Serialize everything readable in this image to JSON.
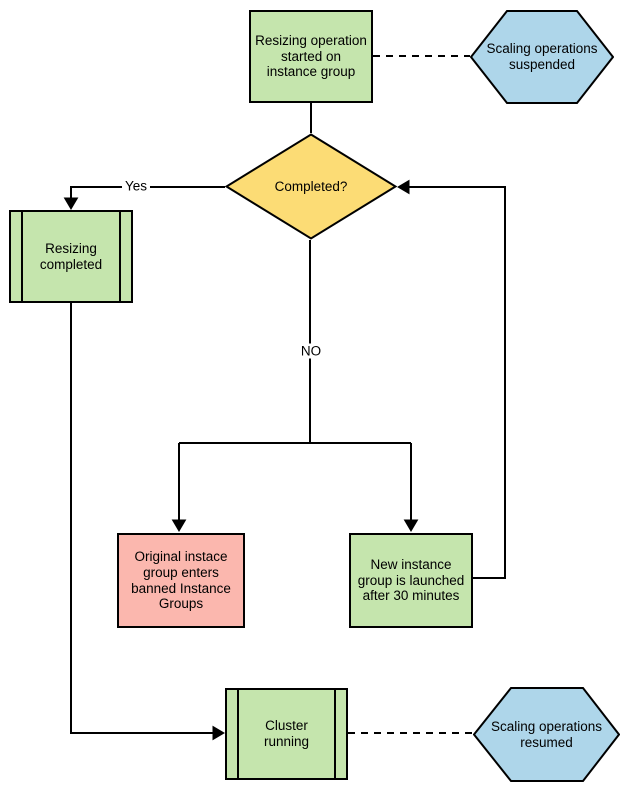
{
  "colors": {
    "canvas-bg": "#ffffff",
    "green-fill": "#c5e5ad",
    "yellow-fill": "#fcdc75",
    "blue-fill": "#aed6ea",
    "red-fill": "#fbb7ae",
    "stroke": "#000000",
    "text": "#000000"
  },
  "nodes": {
    "start": {
      "type": "process",
      "label": "Resizing operation\nstarted on\ninstance group"
    },
    "suspended": {
      "type": "hexagon",
      "label": "Scaling operations\nsuspended"
    },
    "completed": {
      "type": "decision",
      "label": "Completed?"
    },
    "resizing_completed": {
      "type": "predefined-process",
      "label": "Resizing\ncompleted"
    },
    "banned": {
      "type": "process",
      "label": "Original instace\ngroup enters\nbanned Instance\nGroups"
    },
    "new_group": {
      "type": "process",
      "label": "New instance\ngroup is launched\nafter 30 minutes"
    },
    "cluster": {
      "type": "predefined-process",
      "label": "Cluster\nrunning"
    },
    "resumed": {
      "type": "hexagon",
      "label": "Scaling operations\nresumed"
    }
  },
  "edge_labels": {
    "yes": "Yes",
    "no": "NO"
  }
}
